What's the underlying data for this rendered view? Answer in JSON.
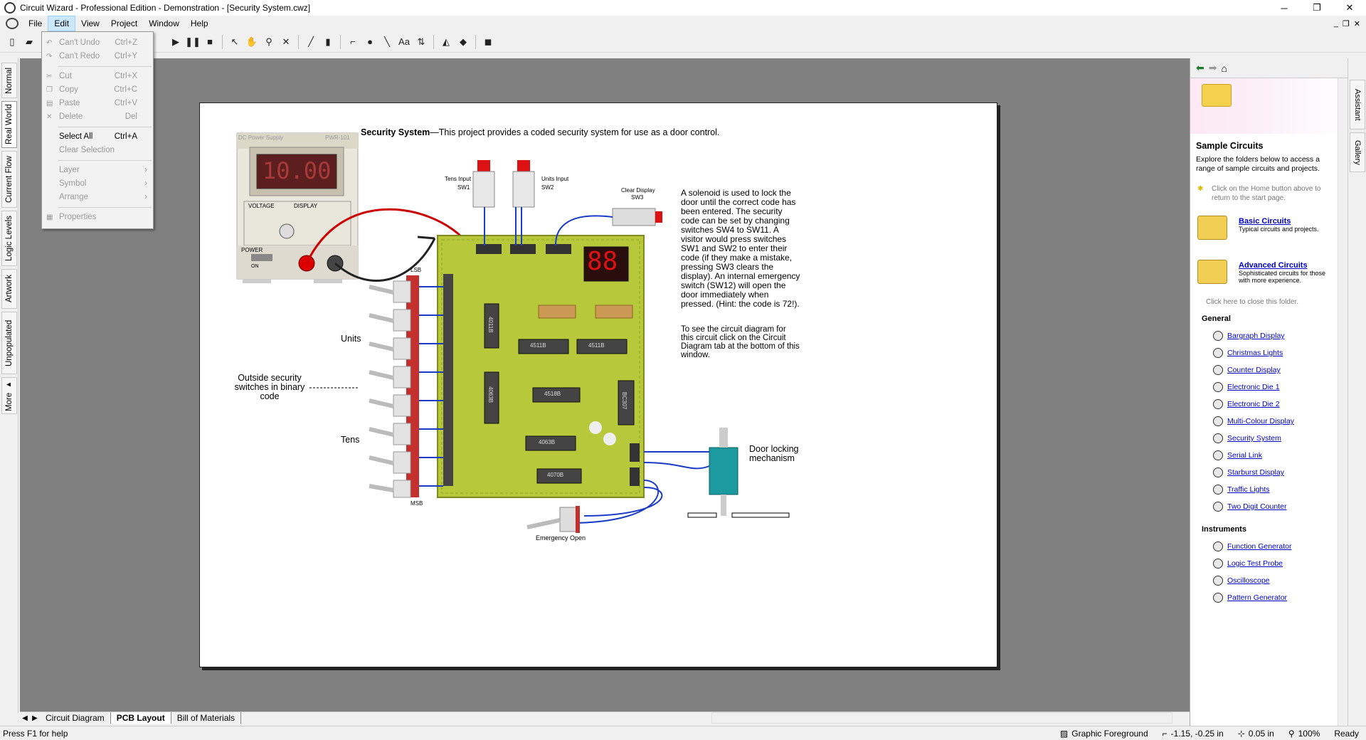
{
  "window": {
    "title": "Circuit Wizard - Professional Edition - Demonstration - [Security System.cwz]",
    "minimize": "─",
    "restore": "❐",
    "close": "✕"
  },
  "menubar": {
    "items": [
      "File",
      "Edit",
      "View",
      "Project",
      "Window",
      "Help"
    ],
    "mdi_minimize": "_",
    "mdi_restore": "❐",
    "mdi_close": "✕"
  },
  "edit_menu": {
    "items": [
      {
        "label": "Can't Undo",
        "shortcut": "Ctrl+Z"
      },
      {
        "label": "Can't Redo",
        "shortcut": "Ctrl+Y"
      },
      {
        "label": "Cut",
        "shortcut": "Ctrl+X"
      },
      {
        "label": "Copy",
        "shortcut": "Ctrl+C"
      },
      {
        "label": "Paste",
        "shortcut": "Ctrl+V"
      },
      {
        "label": "Delete",
        "shortcut": "Del"
      },
      {
        "label": "Select All",
        "shortcut": "Ctrl+A"
      },
      {
        "label": "Clear Selection",
        "shortcut": ""
      },
      {
        "label": "Layer",
        "shortcut": ""
      },
      {
        "label": "Symbol",
        "shortcut": ""
      },
      {
        "label": "Arrange",
        "shortcut": ""
      },
      {
        "label": "Properties",
        "shortcut": ""
      }
    ]
  },
  "left_tabs": [
    "Normal",
    "Real World",
    "Current Flow",
    "Logic Levels",
    "Artwork",
    "Unpopulated",
    "More ▸"
  ],
  "page": {
    "title_bold": "Security System",
    "title_rest": "—This project provides a coded security system for use as a door control.",
    "desc": "A solenoid is used to lock the door until the correct code has been entered. The security code can be set by changing switches SW4 to SW11. A visitor would press switches SW1 and SW2 to enter their code (if they make a mistake, pressing SW3 clears the display). An internal emergency switch (SW12) will open the door immediately when pressed. (Hint: the code is 72!).",
    "see_diagram": "To see the circuit diagram for this circuit click on the Circuit Diagram tab at the bottom of this window.",
    "label_units": "Units",
    "label_tens": "Tens",
    "label_outside": "Outside security switches in binary code",
    "label_door": "Door locking mechanism",
    "label_emergency": "Emergency Open",
    "label_tens_input": "Tens Input",
    "label_sw1": "SW1",
    "label_units_input": "Units Input",
    "label_sw2": "SW2",
    "label_clear": "Clear Display",
    "label_sw3": "SW3",
    "label_lsb": "LSB",
    "label_msb": "MSB",
    "psu_title": "DC Power Supply",
    "psu_model": "PWR-101",
    "psu_display": "10.00",
    "psu_voltage": "VOLTAGE",
    "psu_display_lbl": "DISPLAY",
    "psu_power": "POWER",
    "psu_on": "ON",
    "pcb_chips": [
      "4011B",
      "4511B",
      "4511B",
      "4063B",
      "4518B",
      "4063B",
      "4070B",
      "BC307"
    ],
    "pcb_display": "88"
  },
  "sheet_tabs": [
    "Circuit Diagram",
    "PCB Layout",
    "Bill of Materials"
  ],
  "status": {
    "help": "Press F1 for help",
    "layer": "Graphic Foreground",
    "coords": "-1.15, -0.25 in",
    "grid": "0.05 in",
    "zoom": "100%",
    "state": "Ready"
  },
  "assistant": {
    "panel_title": "Sample Circuits",
    "panel_desc": "Explore the folders below to access a range of sample circuits and projects.",
    "tip": "Click on the Home button above to return to the start page.",
    "cat1": {
      "title": "Basic Circuits",
      "desc": "Typical circuits and projects."
    },
    "cat2": {
      "title": "Advanced Circuits",
      "desc": "Sophisticated circuits for those with more experience."
    },
    "close_hint": "Click here to close this folder.",
    "section_general": "General",
    "general": [
      "Bargraph Display",
      "Christmas Lights",
      "Counter Display",
      "Electronic Die 1",
      "Electronic Die 2",
      "Multi-Colour Display",
      "Security System",
      "Serial Link",
      "Starburst Display",
      "Traffic Lights",
      "Two Digit Counter"
    ],
    "section_instruments": "Instruments",
    "instruments": [
      "Function Generator",
      "Logic Test Probe",
      "Oscilloscope",
      "Pattern Generator"
    ],
    "tab_assistant": "Assistant",
    "tab_gallery": "Gallery"
  }
}
